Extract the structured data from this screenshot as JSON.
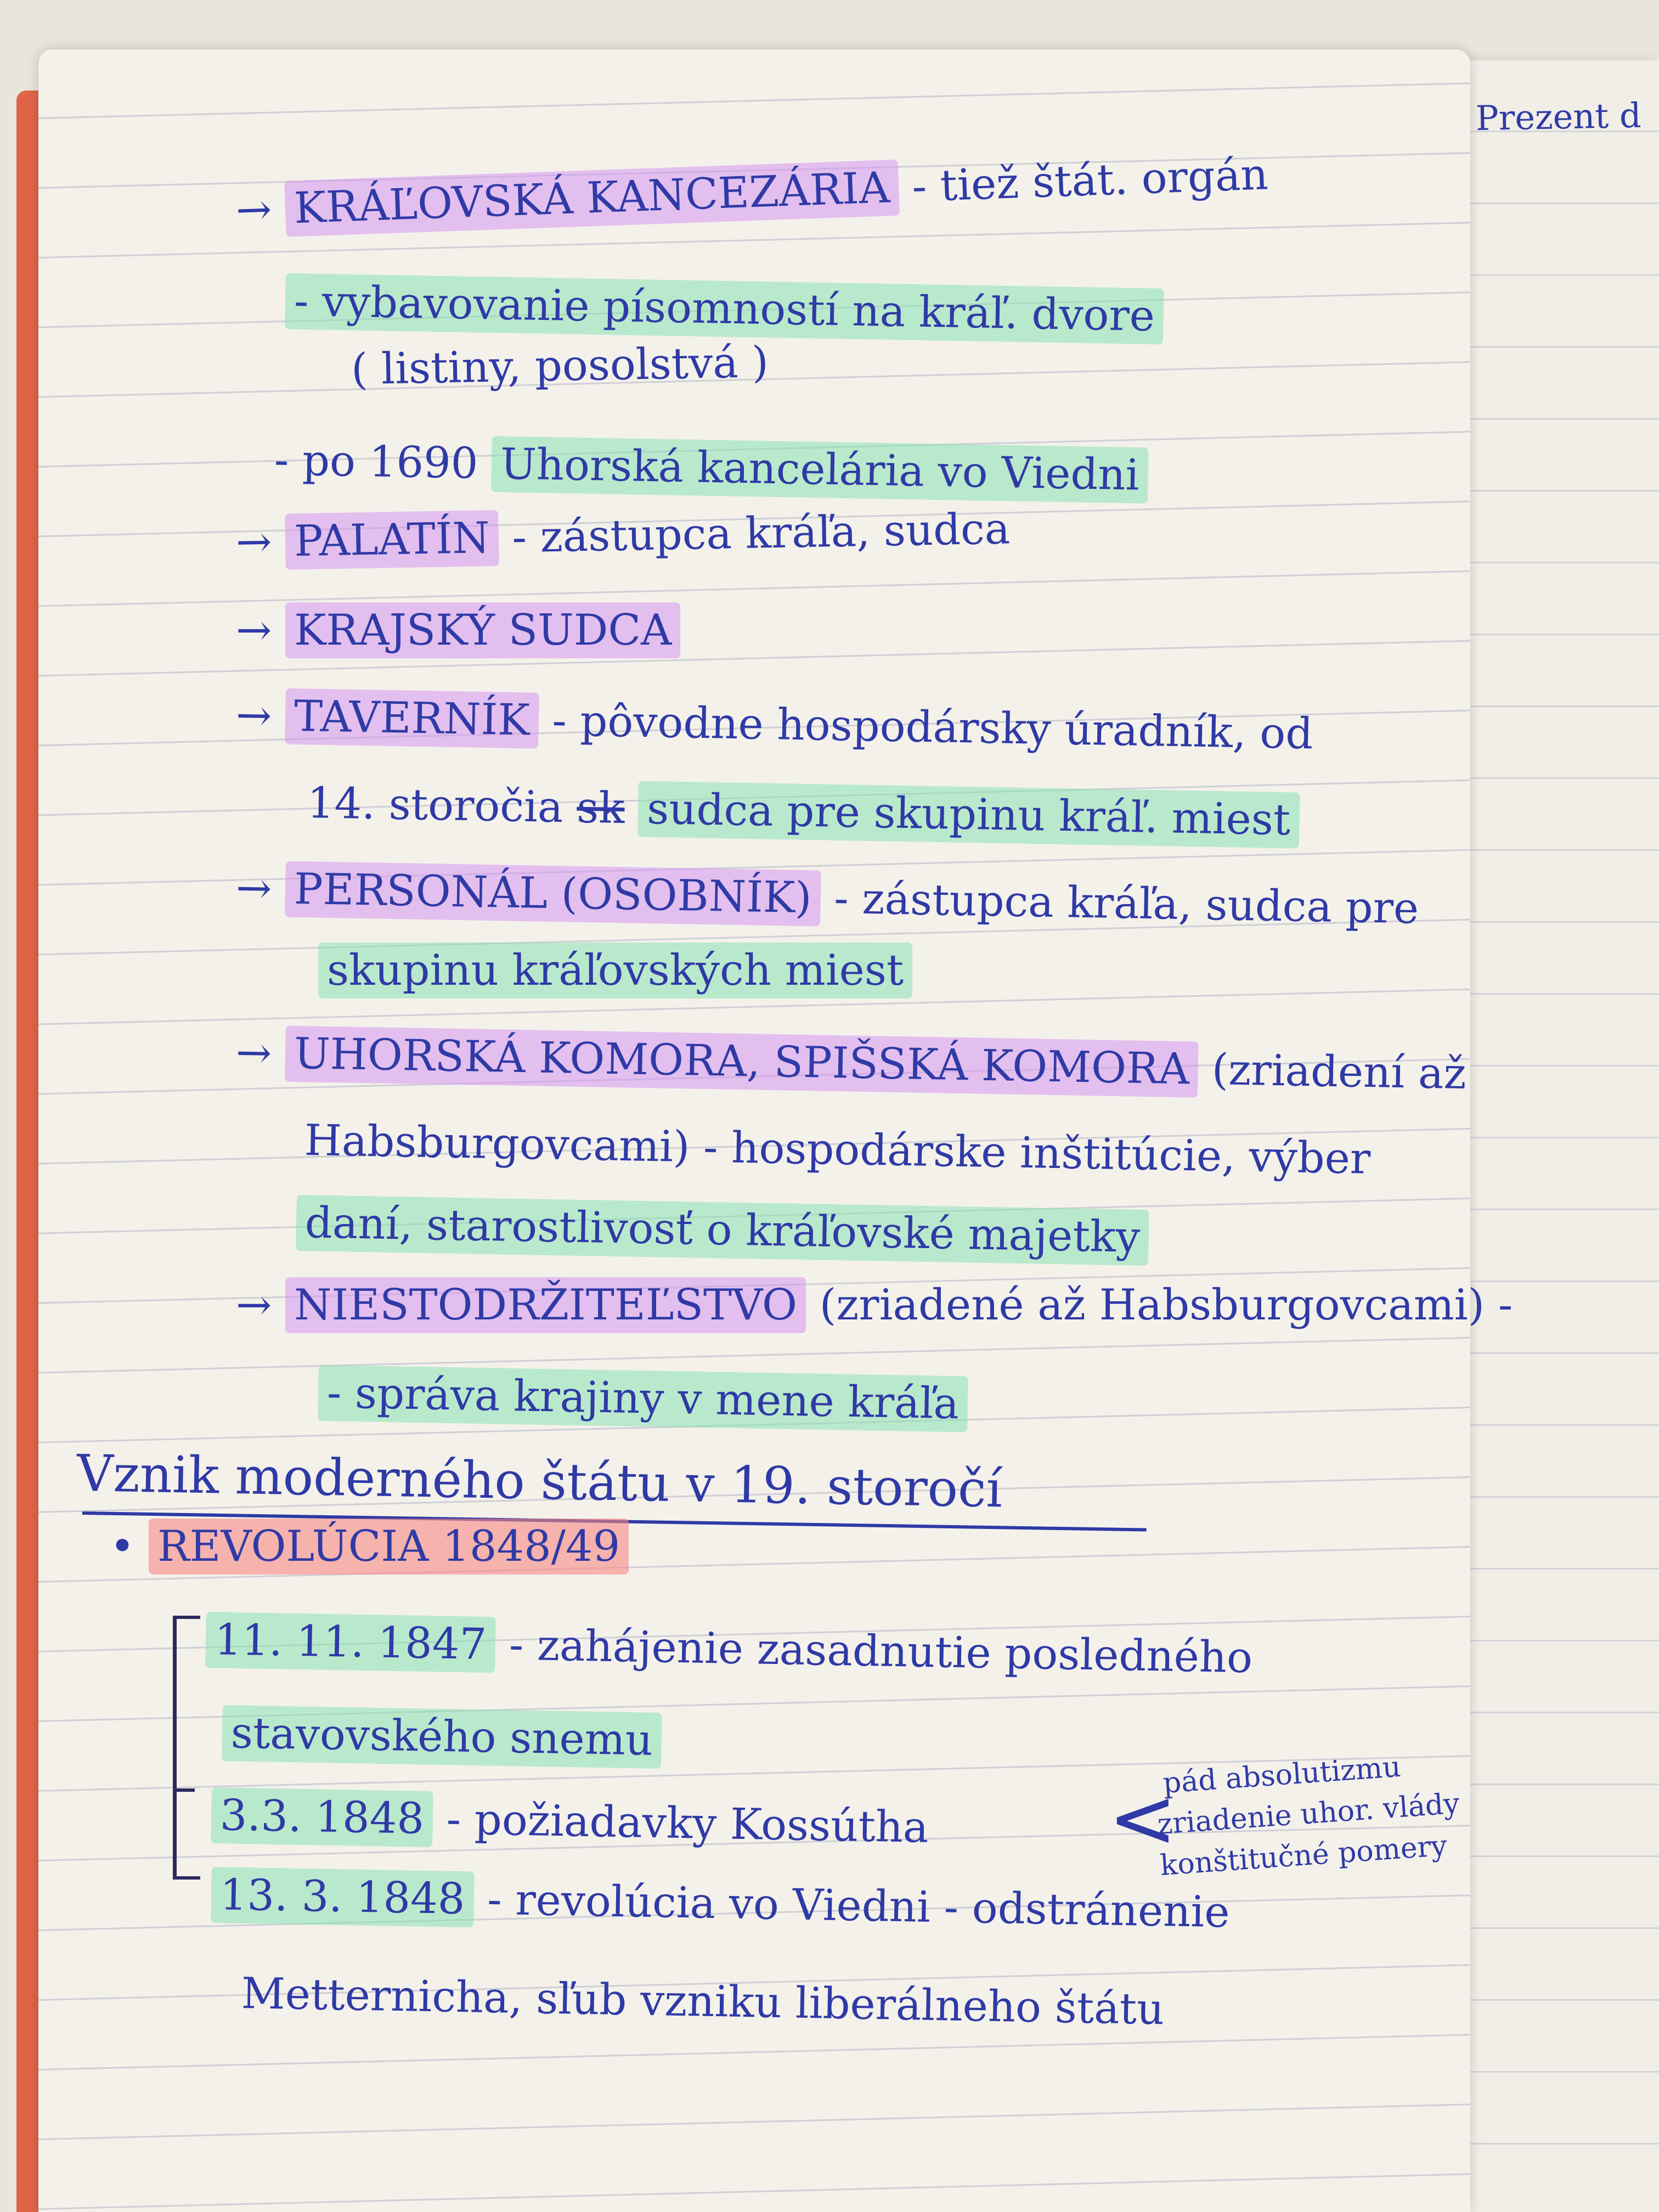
{
  "right_page": {
    "header": "Prezent d"
  },
  "notes": [
    {
      "arrow": "→",
      "term": "KRÁĽOVSKÁ KANCEZÁRIA",
      "rest": " - tiež štát. orgán"
    },
    {
      "text": "- vybavovanie písomností na kráľ. dvore"
    },
    {
      "text": "( listiny, posolstvá )"
    },
    {
      "text": "- po 1690 ",
      "green": "Uhorská kancelária vo Viedni"
    },
    {
      "arrow": "→",
      "term": "PALATÍN",
      "rest": " - zástupca kráľa, sudca"
    },
    {
      "arrow": "→",
      "term": "KRAJSKÝ SUDCA"
    },
    {
      "arrow": "→",
      "term": "TAVERNÍK",
      "rest": " - pôvodne hospodársky úradník, od"
    },
    {
      "text": "14. storočia ",
      "strike": "sk",
      "after": " sudca pre skupinu kráľ. miest"
    },
    {
      "arrow": "→",
      "term": "PERSONÁL (OSOBNÍK)",
      "rest": " - zástupca kráľa, sudca pre"
    },
    {
      "text": "skupinu kráľovských miest"
    },
    {
      "arrow": "→",
      "term": "UHORSKÁ KOMORA, SPIŠSKÁ KOMORA",
      "rest": " (zriadení až"
    },
    {
      "text": "Habsburgovcami) - hospodárske inštitúcie, výber"
    },
    {
      "text": "daní, starostlivosť o kráľovské majetky"
    },
    {
      "arrow": "→",
      "term": "NIESTODRŽITEĽSTVO",
      "rest": " (zriadené až Habsburgovcami) -"
    },
    {
      "text": "- správa krajiny v mene kráľa"
    }
  ],
  "section_title": "Vznik moderného štátu v 19. storočí",
  "bullet": {
    "label": "REVOLÚCIA 1848/49"
  },
  "timeline": [
    {
      "date": "11. 11. 1847",
      "text": " - zahájenie zasadnutie posledného"
    },
    {
      "text": "stavovského snemu"
    },
    {
      "date": "3.3. 1848",
      "text": " - požiadavky Kossútha"
    },
    {
      "date": "13. 3. 1848",
      "text": " - revolúcia vo Viedni - odstránenie"
    },
    {
      "text": "Metternicha, sľub vzniku liberálneho štátu"
    }
  ],
  "side_note": {
    "arrow": "<",
    "lines": [
      "pád absolutizmu",
      "zriadenie uhor. vlády",
      "konštitučné pomery"
    ]
  },
  "colors": {
    "ink": "#2f3aa6",
    "highlight_pink": "#d696f2",
    "highlight_green": "#88e2b2",
    "highlight_red": "#f68884",
    "spine": "#e06548",
    "paper": "#f4f1ea"
  }
}
